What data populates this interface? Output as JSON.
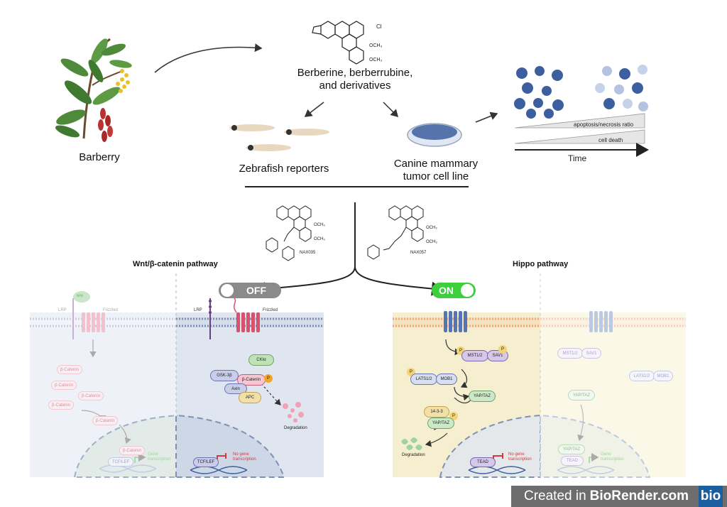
{
  "top": {
    "barberry_label": "Barberry",
    "compounds_label": "Berberine, berberrubine,\nand derivatives",
    "chloride_label": "Cl",
    "methoxy_label": "OCH3",
    "zebrafish_label": "Zebrafish reporters",
    "canine_label": "Canine mammary\ntumor cell line",
    "apoptosis_label": "apoptosis/necrosis ratio",
    "cell_death_label": "cell death",
    "time_label": "Time"
  },
  "derivatives": {
    "left_name": "NAX035",
    "right_name": "NAX057"
  },
  "pathways": {
    "wnt_title": "Wnt/β-catenin pathway",
    "hippo_title": "Hippo pathway",
    "off_label": "OFF",
    "on_label": "ON"
  },
  "wnt_faded": {
    "wnt_label": "Wnt",
    "lrp_label": "LRP",
    "frizzled_label": "Frizzled",
    "beta_catenin": "β-Catenin",
    "tcf_lef": "TCF/LEF",
    "gene_transcription": "Gene\ntranscription"
  },
  "wnt_off": {
    "lrp_label": "LRP",
    "frizzled_label": "Frizzled",
    "ck1a": "CKIα",
    "gsk3b": "GSK-3β",
    "beta_catenin": "β-Catenin",
    "axin": "Axin",
    "apc": "APC",
    "phospho": "P",
    "degradation": "Degradation",
    "tcf_lef": "TCF/LEF",
    "no_gene": "No gene\ntranscription"
  },
  "hippo_on": {
    "mst": "MST1/2",
    "sav": "SAV1",
    "lats": "LATS1/2",
    "mob": "MOB1",
    "yap": "YAP/TAZ",
    "p1433": "14-3-3",
    "phospho": "P",
    "degradation": "Degradation",
    "tead": "TEAD",
    "no_gene": "No gene\ntranscription"
  },
  "hippo_faded": {
    "mst": "MST1/2",
    "sav": "SAV1",
    "lats": "LATS1/2",
    "mob": "MOB1",
    "yap": "YAP/TAZ",
    "yap_nuc": "YAP/TAZ",
    "tead": "TEAD",
    "gene_transcription": "Gene\ntranscription"
  },
  "branding": {
    "created_in": "Created in ",
    "brand_name": "BioRender.com",
    "logo_text": "bio"
  },
  "colors": {
    "wnt_bg": "#e9edf5",
    "wnt_off_bg": "#dde4ef",
    "hippo_bg": "#f7f1d6",
    "hippo_faded_bg": "#fbf8ea",
    "on_green": "#3ecf3e",
    "off_gray": "#8a8a8a",
    "frizzled_red": "#d8516f",
    "receptor_blue": "#5675b5",
    "cell_blue": "#3d5f9f",
    "berry_red": "#b83232",
    "leaf_green": "#4e8a3a",
    "flower_yellow": "#e6c12a"
  }
}
